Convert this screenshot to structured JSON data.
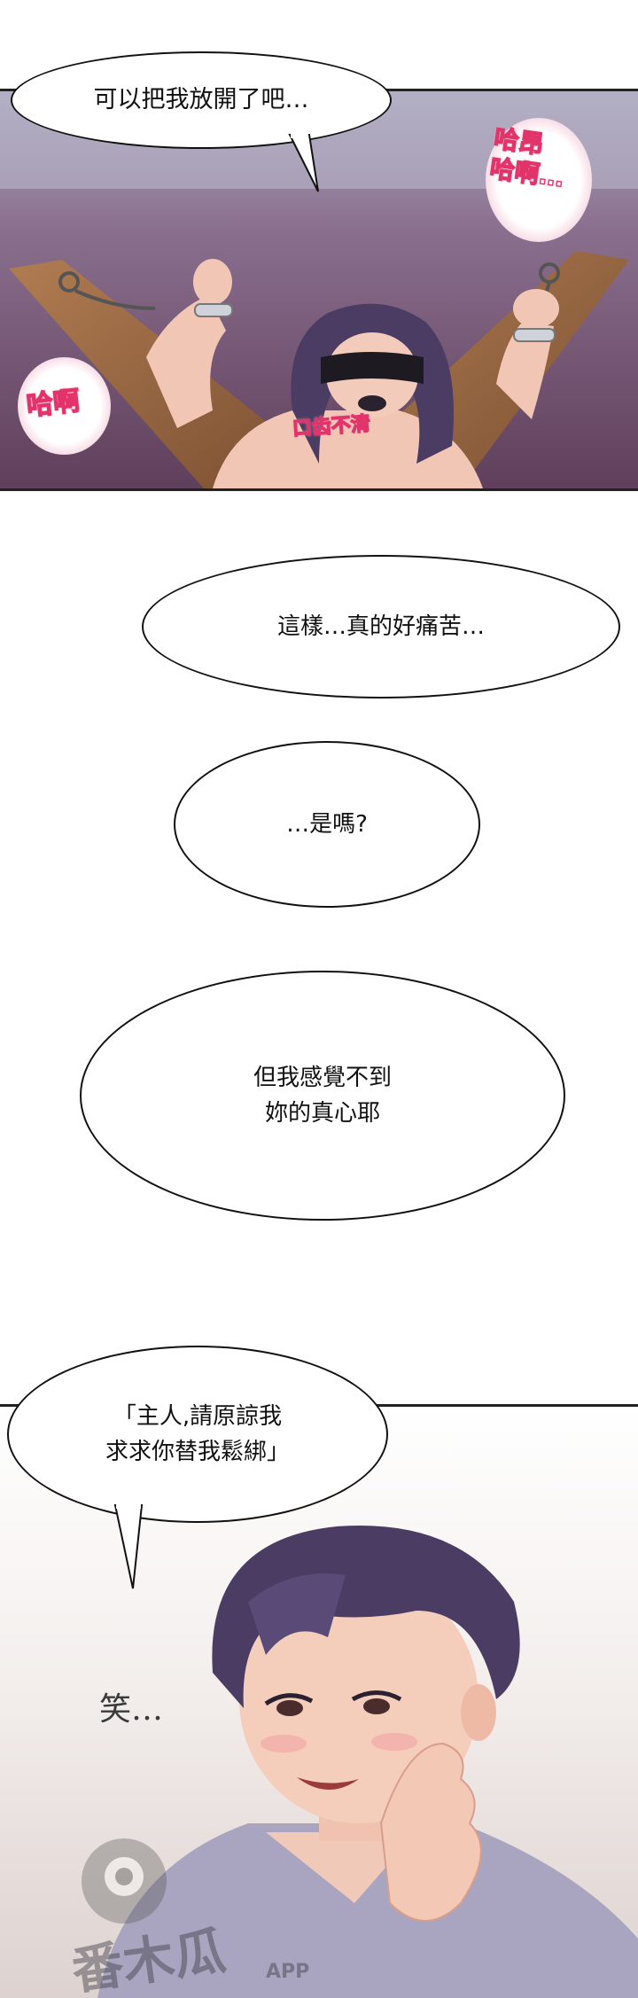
{
  "panel1": {
    "bubble": "可以把我放開了吧…",
    "sfx_top": "哈昂\n哈啊…",
    "sfx_left": "哈啊",
    "sfx_gag": "口齿不清"
  },
  "dialogue": [
    "這樣…真的好痛苦…",
    "…是嗎?",
    "但我感覺不到\n妳的真心耶"
  ],
  "panel2": {
    "bubble": "「主人,請原諒我\n求求你替我鬆綁」",
    "laugh": "笑…",
    "watermark_text": "番木瓜",
    "watermark_app": "APP"
  },
  "colors": {
    "wall": "#7b5b7a",
    "wood": "#9a6b45",
    "skin": "#f0c3b1",
    "hair": "#4b3c63",
    "sfx_pink": "#e2336a"
  }
}
